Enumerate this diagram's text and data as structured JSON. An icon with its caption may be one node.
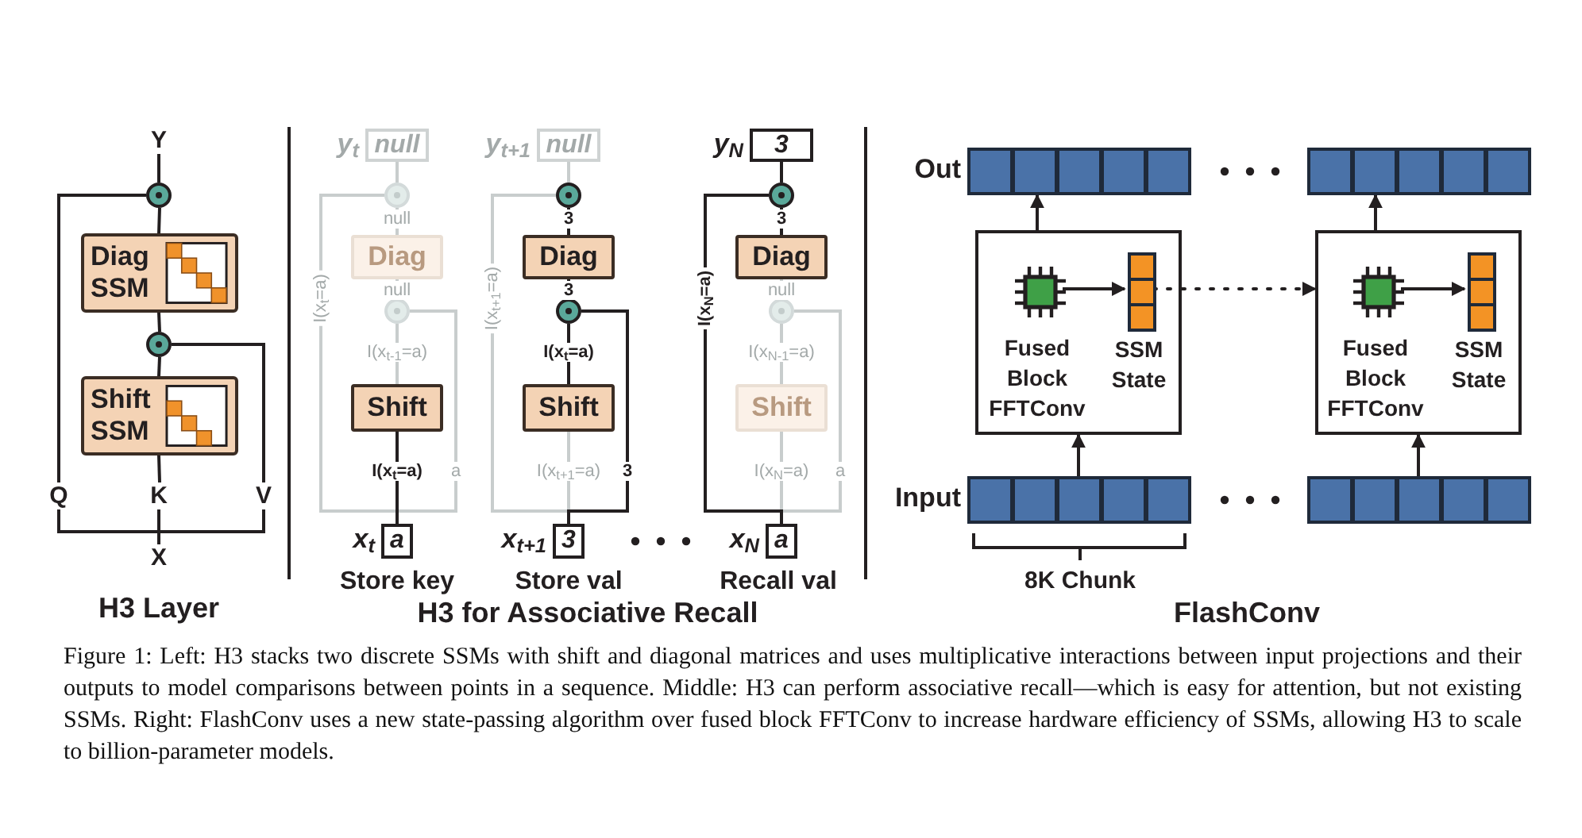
{
  "diagram": {
    "caption": "Figure 1: Left: H3 stacks two discrete SSMs with shift and diagonal matrices and uses multiplicative interactions between input projections and their outputs to model comparisons between points in a sequence. Middle: H3 can perform associative recall—which is easy for attention, but not existing SSMs. Right: FlashConv uses a new state-passing algorithm over fused block FFTConv to increase hardware efficiency of SSMs, allowing H3 to scale to billion-parameter models.",
    "nodes": [
      {
        "text": [
          "Y"
        ]
      },
      {
        "text": [],
        "shape": "circle"
      },
      {
        "text": [
          "Diag SSM"
        ]
      },
      {
        "text": [],
        "shape": "circle"
      },
      {
        "text": [
          "Shift SSM"
        ]
      },
      {
        "text": [
          "Q"
        ]
      },
      {
        "text": [
          "K"
        ]
      },
      {
        "text": [
          "V"
        ]
      },
      {
        "text": [
          "X"
        ]
      },
      {
        "text": [
          "null"
        ],
        "beside": [
          "y$_{t}$"
        ]
      },
      {
        "text": [],
        "shape": "circle"
      },
      {
        "text": [
          "Diag"
        ]
      },
      {
        "text": [],
        "shape": "circle"
      },
      {
        "text": [
          "Shift"
        ]
      },
      {
        "text": [
          "a"
        ],
        "beside": [
          "x$_{t}$"
        ]
      },
      {
        "text": [
          "null"
        ],
        "beside": [
          "y$_{t+1}$"
        ]
      },
      {
        "text": [],
        "shape": "circle"
      },
      {
        "text": [
          "Diag"
        ]
      },
      {
        "text": [],
        "shape": "circle"
      },
      {
        "text": [
          "Shift"
        ]
      },
      {
        "text": [
          "3"
        ],
        "beside": [
          "x$_{t+1}$"
        ]
      },
      {
        "text": [
          "3"
        ],
        "beside": [
          "y$_{N}$"
        ]
      },
      {
        "text": [],
        "shape": "circle"
      },
      {
        "text": [
          "Diag"
        ]
      },
      {
        "text": [],
        "shape": "circle"
      },
      {
        "text": [
          "Shift"
        ]
      },
      {
        "text": [
          "a"
        ],
        "beside": [
          "x$_{N}$"
        ]
      },
      {
        "text": [],
        "shape": "bar",
        "beside": [
          "Out"
        ]
      },
      {
        "text": [],
        "shape": "bar"
      },
      {
        "text": [],
        "shape": "box"
      },
      {
        "text": [],
        "shape": "picture",
        "beside": [
          "Fused Block FFTConv"
        ],
        "in": 29
      },
      {
        "text": [],
        "shape": "bar",
        "beside": [
          "SSM State"
        ],
        "in": 29
      },
      {
        "text": [],
        "shape": "box"
      },
      {
        "text": [],
        "shape": "picture",
        "beside": [
          "Fused Block FFTConv"
        ],
        "in": 32
      },
      {
        "text": [],
        "shape": "bar",
        "beside": [
          "SSM State"
        ],
        "in": 32
      },
      {
        "text": [],
        "shape": "bar",
        "beside": [
          "Input"
        ]
      },
      {
        "text": [],
        "shape": "bar"
      }
    ],
    "edges": [
      {
        "from": 8,
        "to": 5,
        "arrow": "none"
      },
      {
        "from": 8,
        "to": 6,
        "arrow": "none"
      },
      {
        "from": 8,
        "to": 7,
        "arrow": "none"
      },
      {
        "from": 6,
        "to": 4,
        "arrow": "none"
      },
      {
        "from": 4,
        "to": 3,
        "arrow": "none"
      },
      {
        "from": 7,
        "to": 3,
        "arrow": "none"
      },
      {
        "from": 3,
        "to": 2,
        "arrow": "none"
      },
      {
        "from": 2,
        "to": 1,
        "arrow": "none"
      },
      {
        "from": 5,
        "to": 1,
        "arrow": "none"
      },
      {
        "from": 1,
        "to": 0,
        "arrow": "none"
      },
      {
        "from": 14,
        "to": 10,
        "arrow": "none",
        "label": "I(x$_{t}$=a)",
        "color": "#c8cdcd"
      },
      {
        "from": 14,
        "to": 13,
        "arrow": "none",
        "label": "I(x$_{t}$=a)"
      },
      {
        "from": 14,
        "to": 12,
        "arrow": "none",
        "label": "a",
        "color": "#c8cdcd"
      },
      {
        "from": 13,
        "to": 12,
        "arrow": "none",
        "label": "I(x$_{t-1}$=a)",
        "color": "#c8cdcd"
      },
      {
        "from": 12,
        "to": 11,
        "arrow": "none",
        "label": "null",
        "color": "#c8cdcd"
      },
      {
        "from": 11,
        "to": 10,
        "arrow": "none",
        "label": "null",
        "color": "#c8cdcd"
      },
      {
        "from": 10,
        "to": 9,
        "arrow": "none",
        "color": "#c8cdcd"
      },
      {
        "from": 20,
        "to": 16,
        "arrow": "none",
        "label": "I(x$_{t+1}$=a)",
        "color": "#c8cdcd"
      },
      {
        "from": 20,
        "to": 19,
        "arrow": "none",
        "label": "I(x$_{t+1}$=a)",
        "color": "#c8cdcd"
      },
      {
        "from": 20,
        "to": 18,
        "arrow": "none",
        "label": "3"
      },
      {
        "from": 19,
        "to": 18,
        "arrow": "none",
        "label": "I(x$_{t}$=a)"
      },
      {
        "from": 18,
        "to": 17,
        "arrow": "none",
        "label": "3"
      },
      {
        "from": 17,
        "to": 16,
        "arrow": "none",
        "label": "3"
      },
      {
        "from": 16,
        "to": 15,
        "arrow": "none",
        "color": "#c8cdcd"
      },
      {
        "from": 26,
        "to": 22,
        "arrow": "none",
        "label": "I(x$_{N}$=a)"
      },
      {
        "from": 26,
        "to": 25,
        "arrow": "none",
        "label": "I(x$_{N}$=a)",
        "color": "#c8cdcd"
      },
      {
        "from": 26,
        "to": 24,
        "arrow": "none",
        "label": "a",
        "color": "#c8cdcd"
      },
      {
        "from": 25,
        "to": 24,
        "arrow": "none",
        "label": "I(x$_{N-1}$=a)",
        "color": "#c8cdcd"
      },
      {
        "from": 24,
        "to": 23,
        "arrow": "none",
        "label": "null",
        "color": "#c8cdcd"
      },
      {
        "from": 23,
        "to": 22,
        "arrow": "none",
        "label": "3"
      },
      {
        "from": 22,
        "to": 21,
        "arrow": "none"
      },
      {
        "from": 35,
        "to": 29,
        "arrow": "to"
      },
      {
        "from": 29,
        "to": 27,
        "arrow": "to"
      },
      {
        "from": 30,
        "to": 31,
        "arrow": "to"
      },
      {
        "from": 31,
        "to": 32,
        "arrow": "to",
        "style": "dashed"
      },
      {
        "from": 36,
        "to": 32,
        "arrow": "to"
      },
      {
        "from": 32,
        "to": 28,
        "arrow": "to"
      },
      {
        "from": 33,
        "to": 34,
        "arrow": "to"
      }
    ],
    "labels": [
      "H3 Layer",
      "Store key",
      "Store val",
      "Recall val",
      "H3 for Associative Recall",
      "8K Chunk",
      "FlashConv"
    ]
  }
}
